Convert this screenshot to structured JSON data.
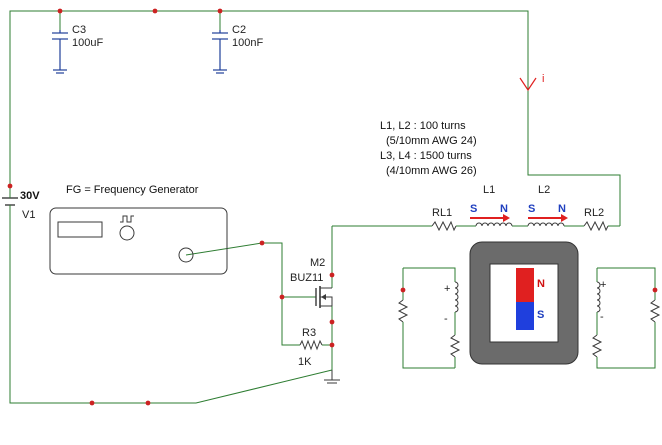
{
  "labels": {
    "c3_name": "C3",
    "c3_value": "100uF",
    "c2_name": "C2",
    "c2_value": "100nF",
    "current": "i",
    "v1_voltage": "30V",
    "v1_name": "V1",
    "fg_note": "FG = Frequency Generator",
    "coil_notes": [
      "L1, L2 : 100 turns",
      "(5/10mm AWG 24)",
      "L3, L4 : 1500 turns",
      "(4/10mm AWG 26)"
    ],
    "rl1": "RL1",
    "l1": "L1",
    "l2": "L2",
    "rl2": "RL2",
    "s": "S",
    "n": "N",
    "m2_name": "M2",
    "m2_part": "BUZ11",
    "r3_name": "R3",
    "r3_value": "1K",
    "plus": "+",
    "minus": "-"
  },
  "colors": {
    "wire": "#2e7d32",
    "node": "#cc2222",
    "capacitor": "#1f3f99",
    "arrow": "#e02020",
    "pole_blue": "#1f3fbf",
    "core": "#6b6b6b",
    "magnet_n": "#e02020",
    "magnet_s": "#1f3fdd"
  }
}
